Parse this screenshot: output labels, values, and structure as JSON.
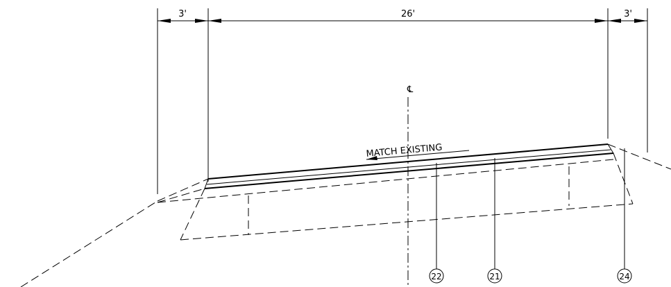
{
  "dimensions": {
    "left_shoulder": "3'",
    "travelway": "26'",
    "right_shoulder": "3'"
  },
  "centerline_symbol": "℄",
  "note": "MATCH EXISTING",
  "callouts": [
    "22",
    "21",
    "24"
  ]
}
